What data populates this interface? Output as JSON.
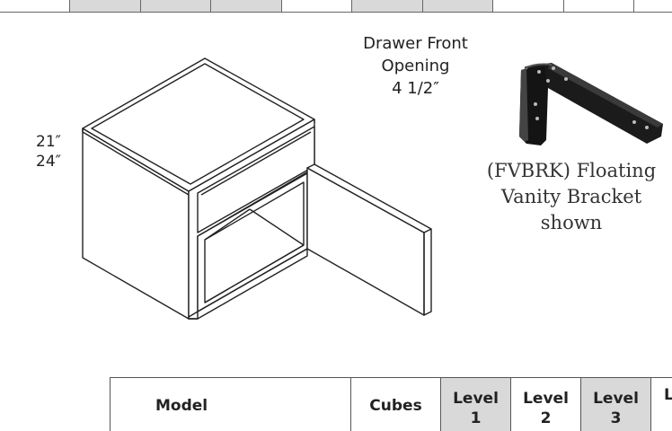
{
  "top_strip": {
    "cell_count": 10
  },
  "dimensions": {
    "height_a": "21″",
    "height_b": "24″"
  },
  "drawer_front": {
    "line1": "Drawer Front",
    "line2": "Opening",
    "line3": "4 1/2″"
  },
  "bracket": {
    "caption_line1": "(FVBRK) Floating",
    "caption_line2": "Vanity Bracket",
    "caption_line3": "shown",
    "color": "#111111"
  },
  "table": {
    "headers": {
      "model": "Model",
      "cubes": "Cubes",
      "level1_top": "Level",
      "level1_bottom": "1",
      "level2_top": "Level",
      "level2_bottom": "2",
      "level3_top": "Level",
      "level3_bottom": "3",
      "partial": "L"
    },
    "shaded_color": "#d9d9d9"
  }
}
